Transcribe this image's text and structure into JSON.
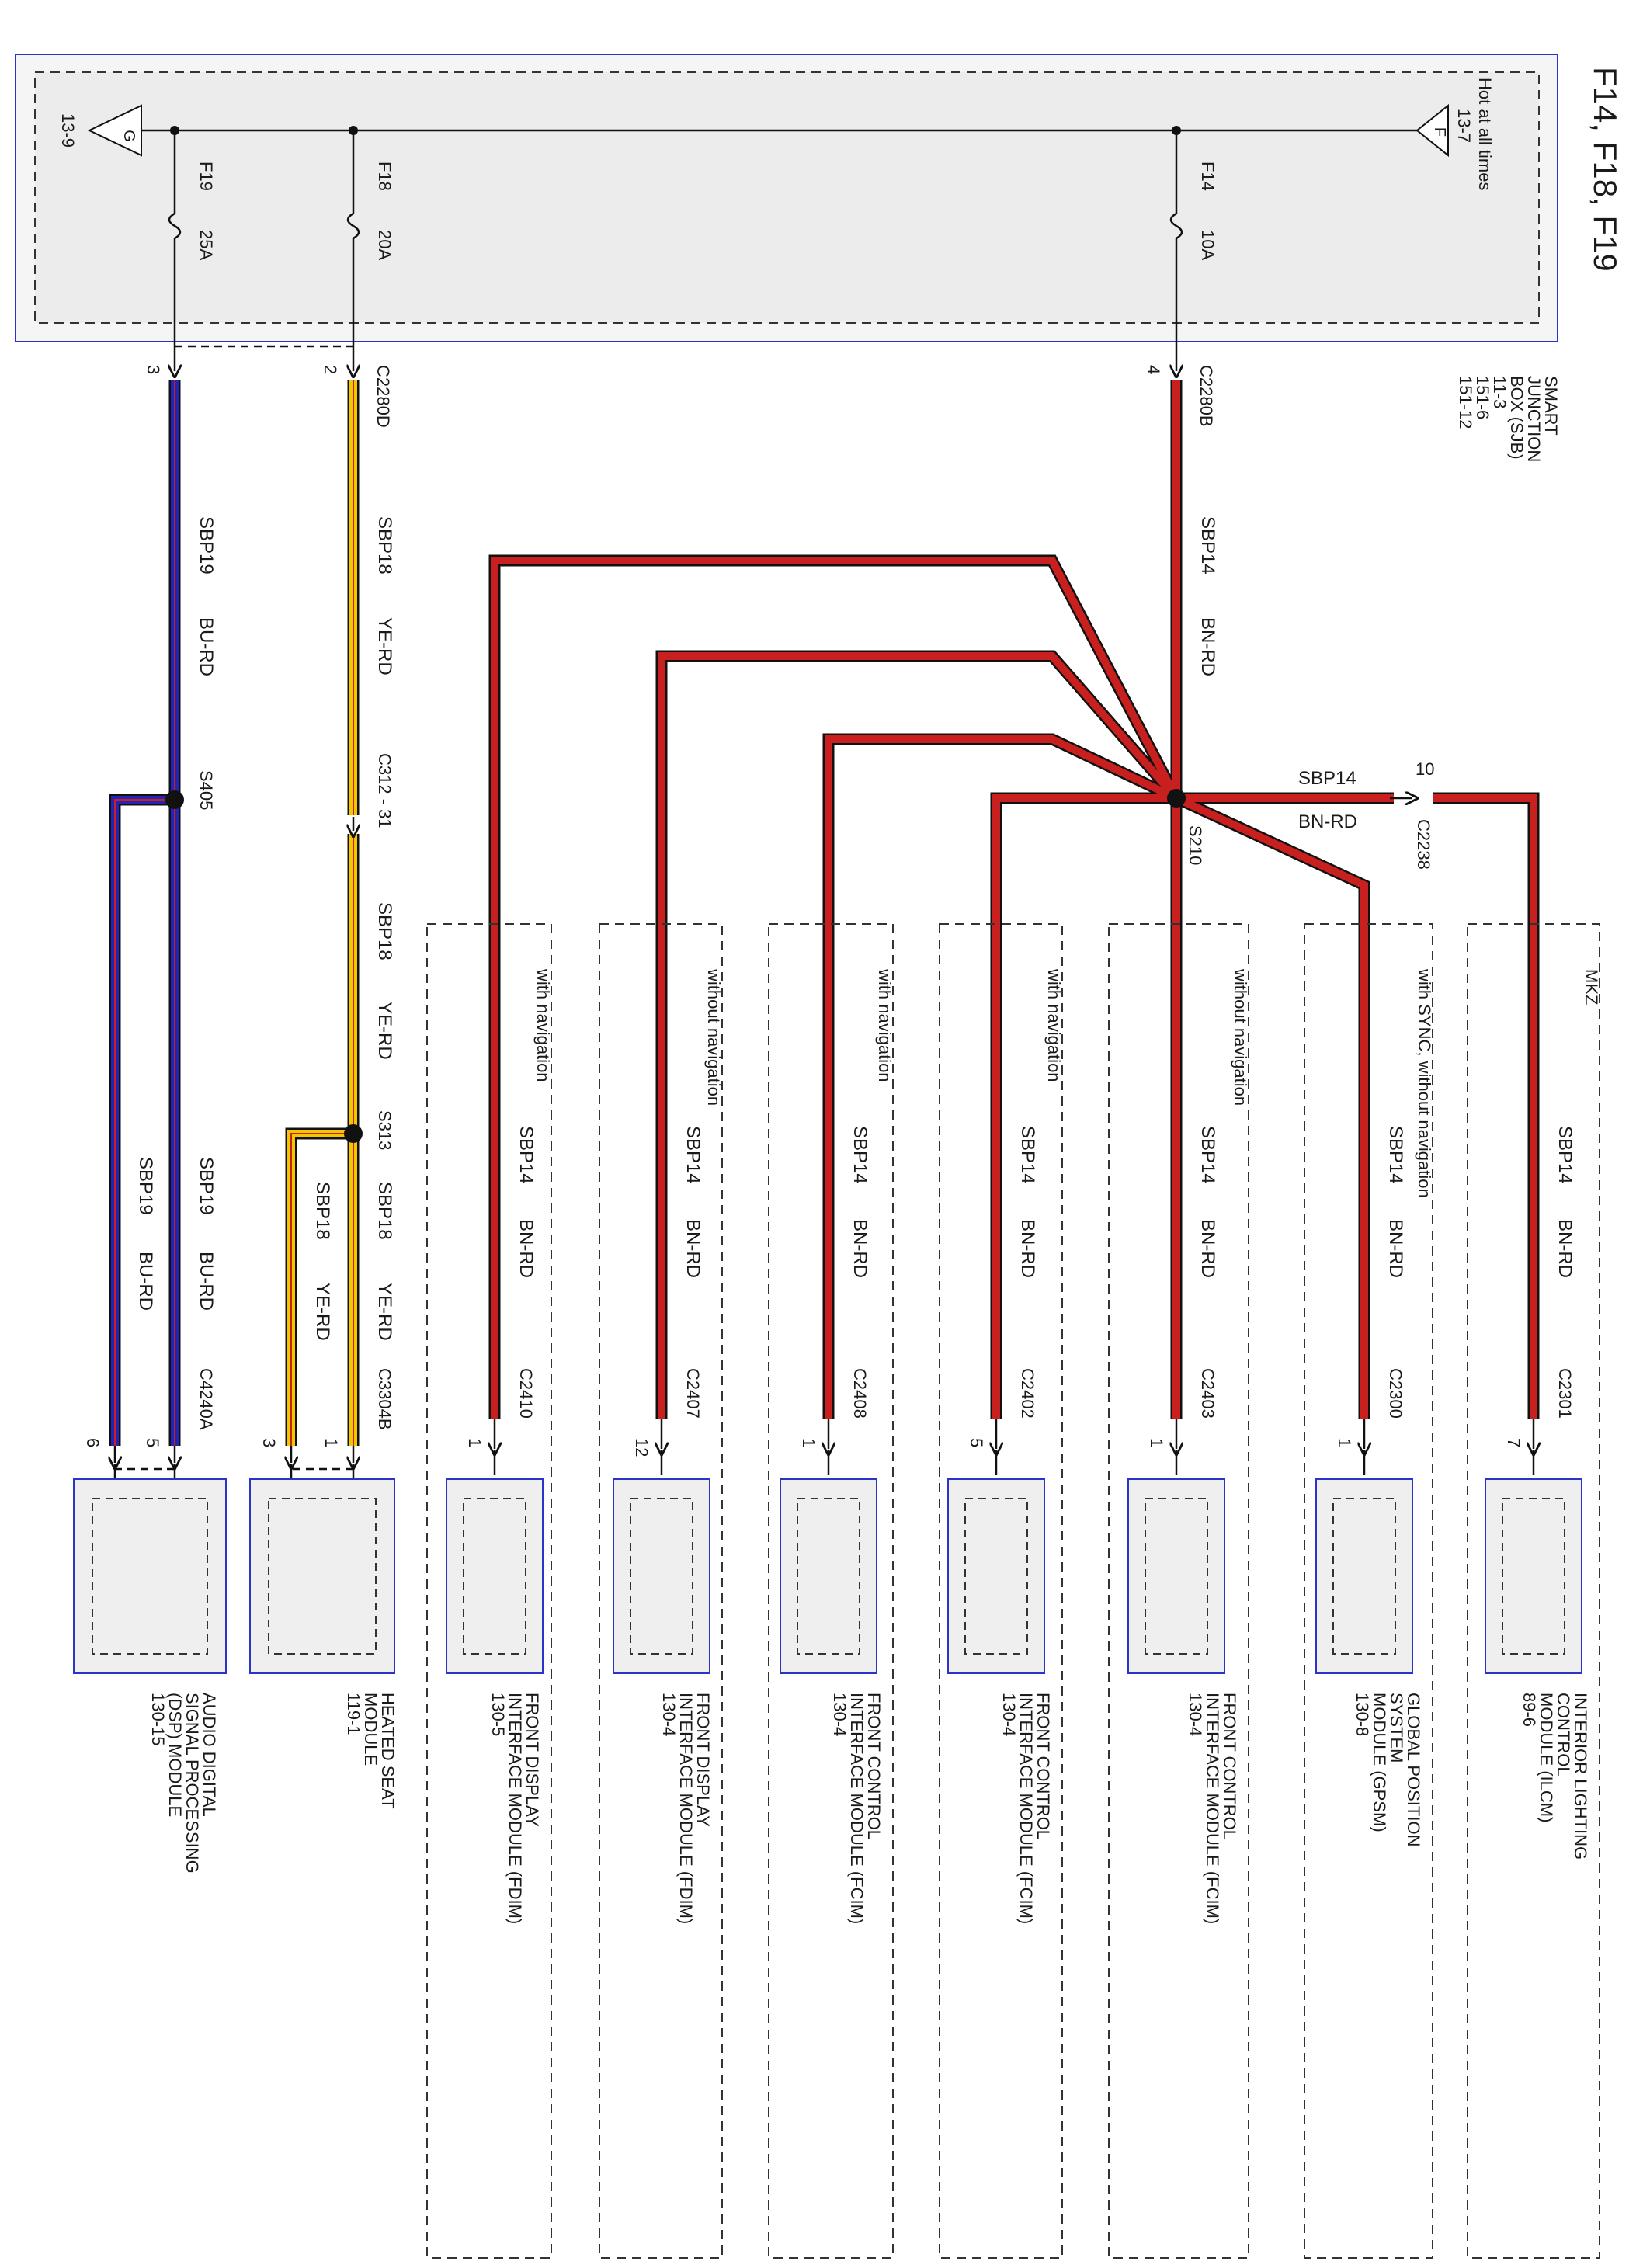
{
  "title": "F14, F18, F19",
  "colors": {
    "frame_blue": "#2b34c8",
    "box_fill": "#efefef",
    "wire_red": "#c8201e",
    "wire_blue": "#2424b4",
    "wire_yellow": "#f2c600",
    "outline": "#111111",
    "dashed": "#333333"
  },
  "sjb": {
    "feed_label": "Hot at all times",
    "feed_ref": "13-7",
    "feed_symbol": "F",
    "ground_symbol": "G",
    "ground_ref": "13-9",
    "name_lines": [
      "SMART",
      "JUNCTION",
      "BOX (SJB)",
      "11-3",
      "151-6",
      "151-12"
    ],
    "fuses": [
      {
        "id": "F14",
        "rating": "10A",
        "connector": "C2280B",
        "pin": "4"
      },
      {
        "id": "F18",
        "rating": "20A",
        "connector": "C2280D",
        "pin": "2"
      },
      {
        "id": "F19",
        "rating": "25A",
        "connector": "C2280D",
        "pin": "3"
      }
    ]
  },
  "wires": {
    "sbp14": {
      "circuit": "SBP14",
      "color": "BN-RD"
    },
    "sbp18": {
      "circuit": "SBP18",
      "color": "YE-RD"
    },
    "sbp19": {
      "circuit": "SBP19",
      "color": "BU-RD"
    }
  },
  "splices": {
    "s210": "S210",
    "s405": "S405",
    "s313": "S313"
  },
  "inline_connectors": {
    "c2238": {
      "name": "C2238",
      "pin": "10"
    },
    "c312": {
      "name": "C312 - 31"
    }
  },
  "branches": [
    {
      "condition": "MKZ",
      "connector": "C2301",
      "pin": "7",
      "module_lines": [
        "INTERIOR LIGHTING",
        "CONTROL",
        "MODULE (ILCM)",
        "89-6"
      ]
    },
    {
      "condition": "with SYNC, without navigation",
      "connector": "C2300",
      "pin": "1",
      "module_lines": [
        "GLOBAL POSITION",
        "SYSTEM",
        "MODULE (GPSM)",
        "130-8"
      ]
    },
    {
      "condition": "without navigation",
      "connector": "C2403",
      "pin": "1",
      "module_lines": [
        "FRONT CONTROL",
        "INTERFACE MODULE (FCIM)",
        "130-4"
      ]
    },
    {
      "condition": "with navigation",
      "connector": "C2402",
      "pin": "5",
      "module_lines": [
        "FRONT CONTROL",
        "INTERFACE MODULE (FCIM)",
        "130-4"
      ]
    },
    {
      "condition": "with navigation",
      "connector": "C2408",
      "pin": "1",
      "module_lines": [
        "FRONT CONTROL",
        "INTERFACE MODULE (FCIM)",
        "130-4"
      ]
    },
    {
      "condition": "without navigation",
      "connector": "C2407",
      "pin": "12",
      "module_lines": [
        "FRONT DISPLAY",
        "INTERFACE MODULE (FDIM)",
        "130-4"
      ]
    },
    {
      "condition": "with navigation",
      "connector": "C2410",
      "pin": "1",
      "module_lines": [
        "FRONT DISPLAY",
        "INTERFACE MODULE (FDIM)",
        "130-5"
      ]
    }
  ],
  "heated_seat": {
    "connector": "C3304B",
    "pins": [
      "1",
      "3"
    ],
    "module_lines": [
      "HEATED SEAT",
      "MODULE",
      "119-1"
    ]
  },
  "dsp": {
    "connector": "C4240A",
    "pins": [
      "5",
      "6"
    ],
    "module_lines": [
      "AUDIO DIGITAL",
      "SIGNAL PROCESSING",
      "(DSP) MODULE",
      "130-15"
    ]
  }
}
